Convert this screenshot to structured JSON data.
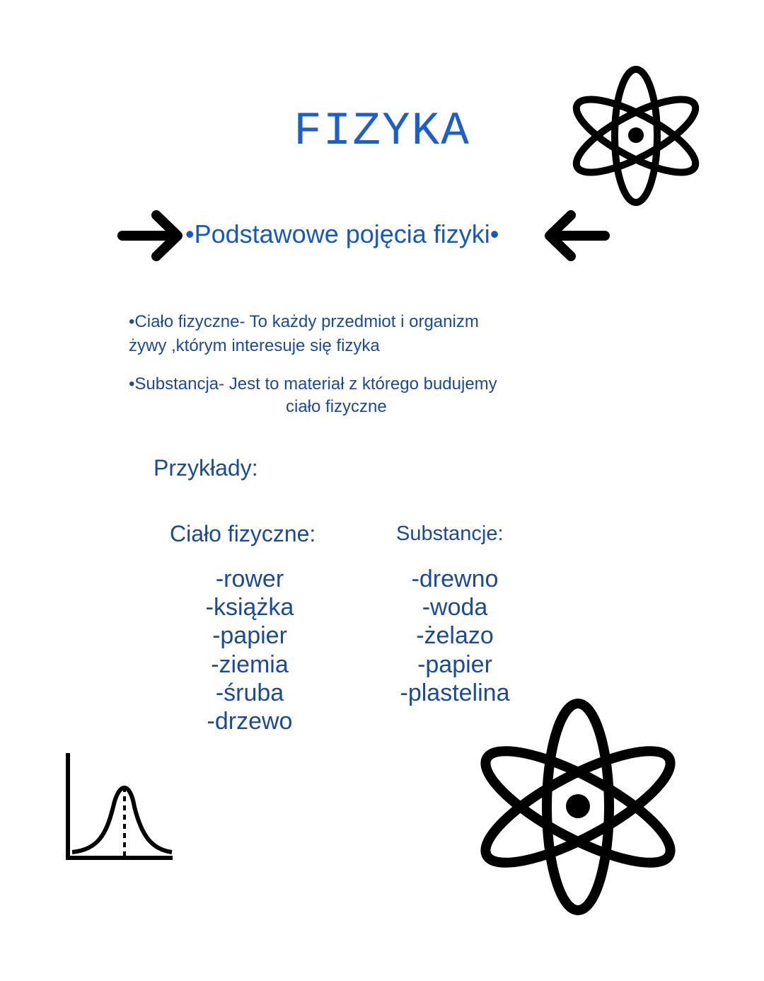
{
  "header": {
    "title": "FIZYKA",
    "subtitle": "•Podstawowe pojęcia fizyki•",
    "left_icon": "arrow-right-icon",
    "right_icon": "arrow-left-icon",
    "corner_icon": "atom-icon"
  },
  "definitions": [
    {
      "line1": "•Ciało fizyczne- To każdy przedmiot i organizm",
      "line2": "żywy ,którym interesuje się fizyka"
    },
    {
      "line1": "•Substancja- Jest to materiał z którego budujemy",
      "line2": "ciało fizyczne"
    }
  ],
  "examples": {
    "heading": "Przykłady:",
    "columns": [
      {
        "header": "Ciało fizyczne:",
        "items": [
          "-rower",
          "-książka",
          "-papier",
          "-ziemia",
          "-śruba",
          "-drzewo"
        ]
      },
      {
        "header": "Substancje:",
        "items": [
          "-drewno",
          "-woda",
          "-żelazo",
          "-papier",
          "-plastelina"
        ]
      }
    ]
  },
  "decorations": {
    "bottom_left_icon": "bell-curve-chart-icon",
    "bottom_right_icon": "atom-icon"
  },
  "colors": {
    "title": "#1b5fcf",
    "subtitle": "#1458c8",
    "body_text": "#1a4aa0",
    "icons": "#000000",
    "background": "#ffffff"
  }
}
